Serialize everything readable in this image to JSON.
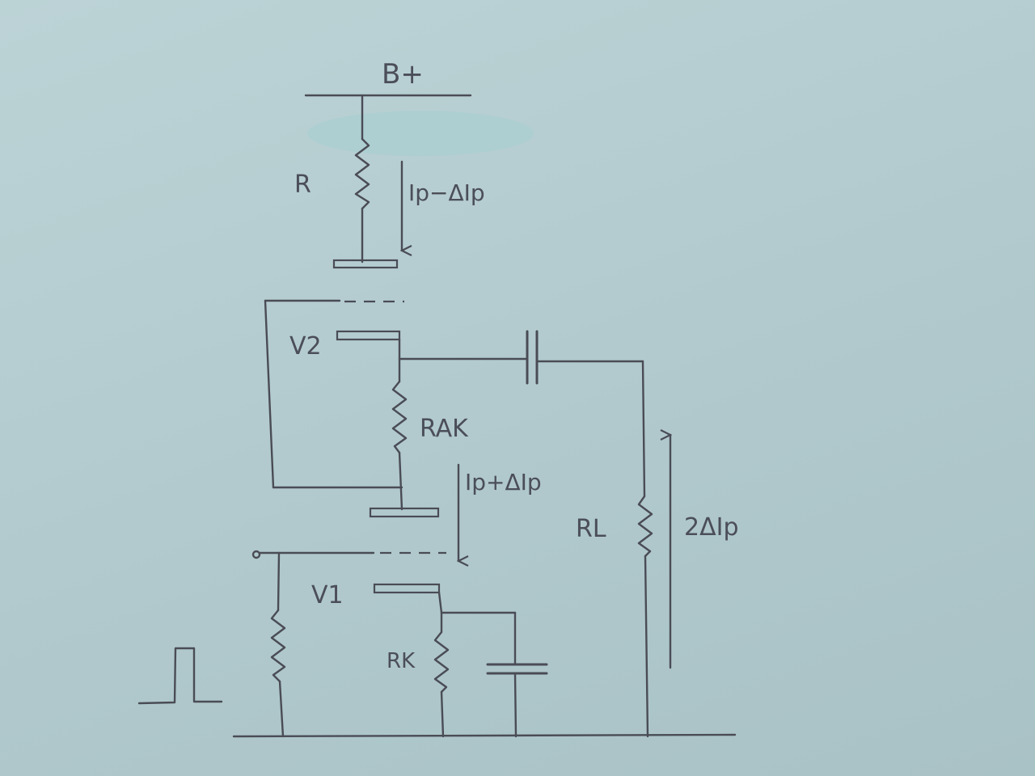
{
  "diagram": {
    "supply_label": "B+",
    "resistor_top": "R",
    "current_top": "Ip−ΔIp",
    "tube_upper": "V2",
    "resistor_ak": "RAK",
    "current_mid": "Ip+ΔIp",
    "load_resistor": "RL",
    "current_load": "2ΔIp",
    "tube_lower": "V1",
    "cathode_resistor": "RK"
  },
  "colors": {
    "paper": "#b3cbcf",
    "ink": "#4a4c55"
  }
}
